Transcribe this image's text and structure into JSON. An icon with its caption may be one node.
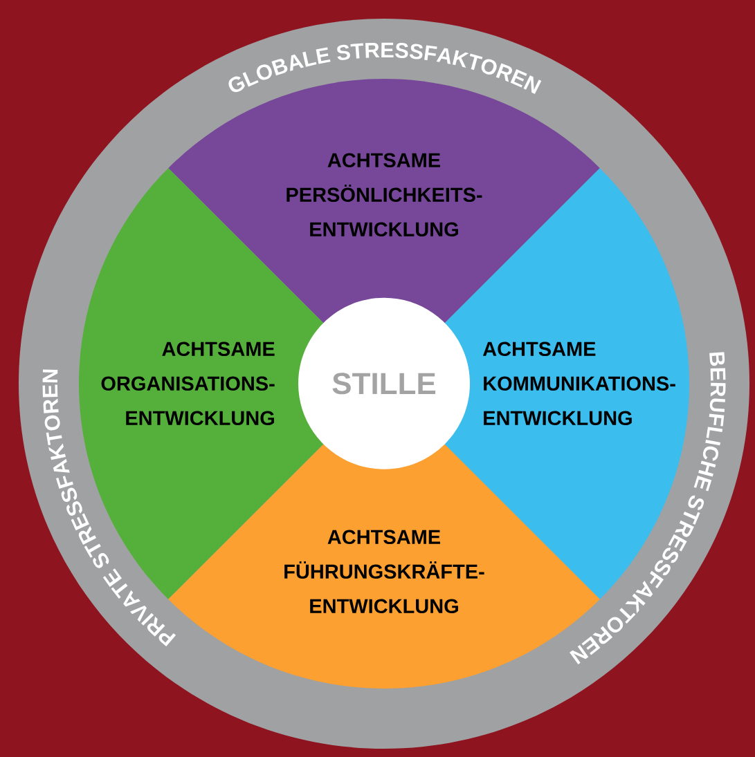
{
  "diagram": {
    "nodes": [
      {
        "text": [
          "GLOBALE STRESSFAKTOREN",
          "BERUFLICHE STRESSFAKTOREN",
          "PRIVATE STRESSFAKTOREN"
        ]
      },
      {
        "text": [
          "ACHTSAME PERSÖNLICHKEITS- ENTWICKLUNG"
        ],
        "in": 0
      },
      {
        "text": [
          "ACHTSAME ORGANISATIONS- ENTWICKLUNG"
        ],
        "in": 0
      },
      {
        "text": [
          "STILLE"
        ],
        "in": 0
      },
      {
        "text": [
          "ACHTSAME KOMMUNIKATIONS- ENTWICKLUNG"
        ],
        "in": 0
      },
      {
        "text": [
          "ACHTSAME FÜHRUNGSKRÄFTE- ENTWICKLUNG"
        ],
        "in": 0
      }
    ]
  }
}
